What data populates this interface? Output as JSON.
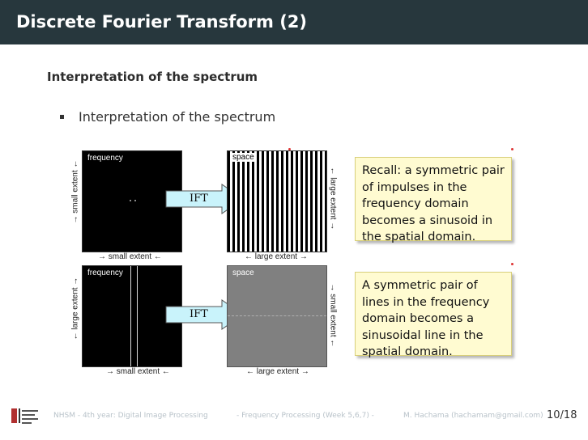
{
  "header": {
    "title": "Discrete Fourier Transform (2)"
  },
  "section": {
    "subtitle": "Interpretation of the spectrum"
  },
  "bullets": [
    {
      "text": "Interpretation of the spectrum"
    }
  ],
  "figure": {
    "top": {
      "freq_label": "frequency",
      "space_label": "space",
      "arrow_label": "IFT",
      "left_axis": "→ small extent ←",
      "bottom_left_axis": "→ small extent ←",
      "bottom_right_axis": "← large extent →",
      "right_axis": "← large extent →",
      "note": "Recall: a symmetric pair of impulses in the frequency domain becomes a sinusoid in the spatial domain."
    },
    "bottom": {
      "freq_label": "frequency",
      "space_label": "space",
      "arrow_label": "IFT",
      "left_axis": "← large extent →",
      "bottom_left_axis": "→ small extent ←",
      "bottom_right_axis": "← large extent →",
      "right_axis": "→ small extent ←",
      "note": "A symmetric pair of lines in the frequency domain becomes a sinusoidal line in the spatial domain."
    }
  },
  "footer": {
    "course": "NHSM - 4th year: Digital Image Processing",
    "topic": "- Frequency Processing (Week 5,6,7) -",
    "author": "M. Hachama (hachamam@gmail.com)",
    "page": "10/18"
  },
  "colors": {
    "titlebar": "#27373d",
    "note_bg": "#fffbd1",
    "footer_text": "#b8c2c9"
  }
}
